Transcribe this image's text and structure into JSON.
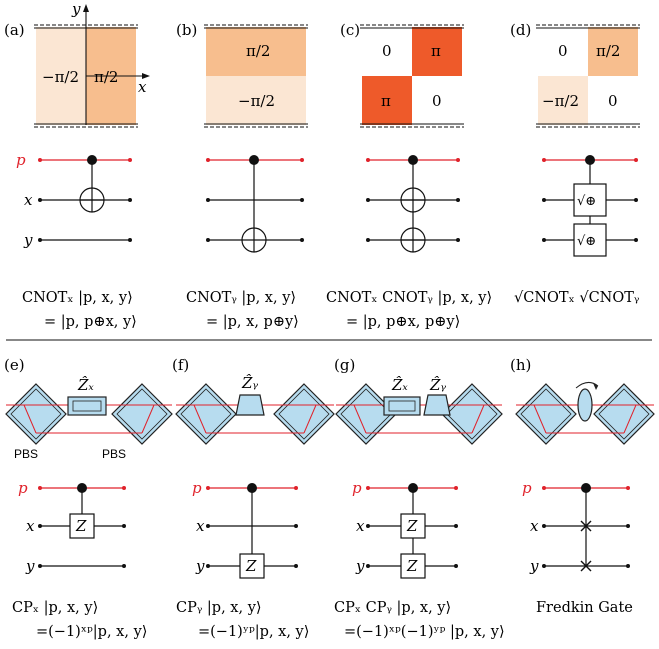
{
  "colors": {
    "light": "#fbe6d3",
    "mid": "#f7be8e",
    "strong": "#ee5a2a",
    "wire_red": "#e0222b",
    "crystal": "#b7dcef"
  },
  "top": {
    "a": {
      "letter": "(a)",
      "axis_y": "y",
      "axis_x": "x",
      "cells": [
        "−π/2",
        "π/2"
      ],
      "wires": [
        "p",
        "x",
        "y"
      ],
      "caption": [
        "CNOTₓ |p, x, y⟩",
        "= |p, p⊕x, y⟩"
      ]
    },
    "b": {
      "letter": "(b)",
      "cells": [
        "π/2",
        "−π/2"
      ],
      "caption": [
        "CNOTᵧ |p, x, y⟩",
        "= |p, x, p⊕y⟩"
      ]
    },
    "c": {
      "letter": "(c)",
      "cells": [
        "0",
        "π",
        "π",
        "0"
      ],
      "caption": [
        "CNOTₓ CNOTᵧ |p, x, y⟩",
        "= |p, p⊕x, p⊕y⟩"
      ]
    },
    "d": {
      "letter": "(d)",
      "cells": [
        "0",
        "π/2",
        "−π/2",
        "0"
      ],
      "gate": "√⊕",
      "caption": [
        "√CNOTₓ √CNOTᵧ"
      ]
    }
  },
  "bottom": {
    "e": {
      "letter": "(e)",
      "optic_label": "Ẑₓ",
      "pbs_left": "PBS",
      "pbs_right": "PBS",
      "wires": [
        "p",
        "x",
        "y"
      ],
      "gate": "Z",
      "caption": [
        "CPₓ |p, x, y⟩",
        "=(−1)ˣᵖ|p, x, y⟩"
      ]
    },
    "f": {
      "letter": "(f)",
      "optic_label": "Ẑᵧ",
      "wires": [
        "p",
        "x",
        "y"
      ],
      "gate": "Z",
      "caption": [
        "CPᵧ |p, x, y⟩",
        "=(−1)ʸᵖ|p, x, y⟩"
      ]
    },
    "g": {
      "letter": "(g)",
      "optic_label_1": "Ẑₓ",
      "optic_label_2": "Ẑᵧ",
      "wires": [
        "p",
        "x",
        "y"
      ],
      "gate": "Z",
      "caption": [
        "CPₓ CPᵧ |p, x, y⟩",
        "=(−1)ˣᵖ(−1)ʸᵖ |p, x, y⟩"
      ]
    },
    "h": {
      "letter": "(h)",
      "wires": [
        "p",
        "x",
        "y"
      ],
      "caption": [
        "Fredkin Gate"
      ]
    }
  }
}
